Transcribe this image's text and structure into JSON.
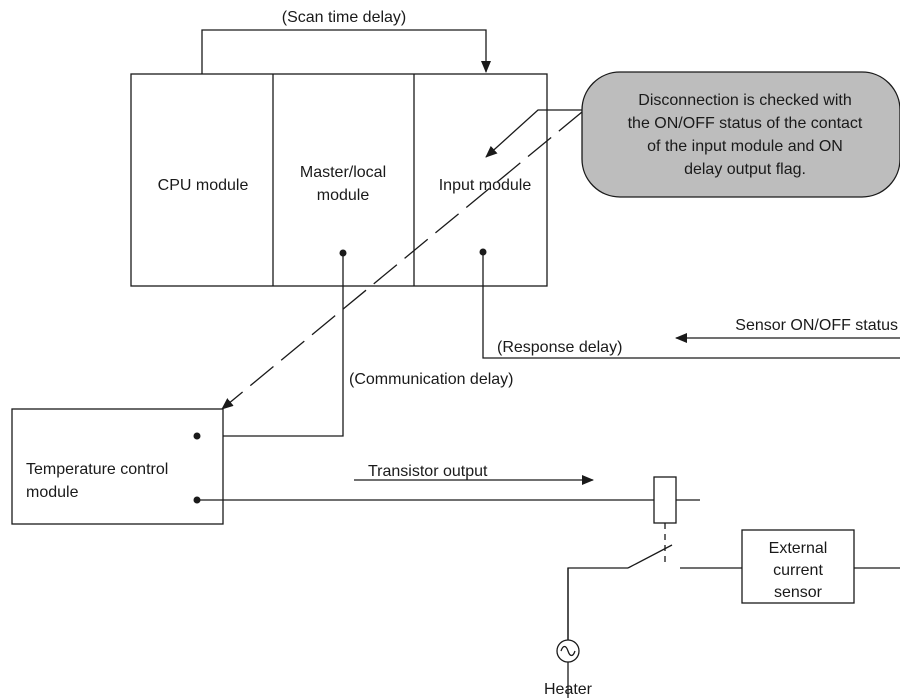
{
  "labels": {
    "scan_time_delay": "(Scan time delay)",
    "cpu_module": "CPU module",
    "master_local_line1": "Master/local",
    "master_local_line2": "module",
    "input_module": "Input module",
    "callout_line1": "Disconnection is checked with",
    "callout_line2": "the ON/OFF status of the contact",
    "callout_line3": "of the input module and ON",
    "callout_line4": "delay output flag.",
    "sensor_status": "Sensor ON/OFF status",
    "response_delay": "(Response delay)",
    "communication_delay": "(Communication delay)",
    "temp_ctrl_line1": "Temperature control",
    "temp_ctrl_line2": "module",
    "transistor_output": "Transistor output",
    "ext_sensor_line1": "External",
    "ext_sensor_line2": "current",
    "ext_sensor_line3": "sensor",
    "heater": "Heater"
  },
  "colors": {
    "callout_fill": "#bdbdbd",
    "stroke": "#1a1a1a"
  }
}
